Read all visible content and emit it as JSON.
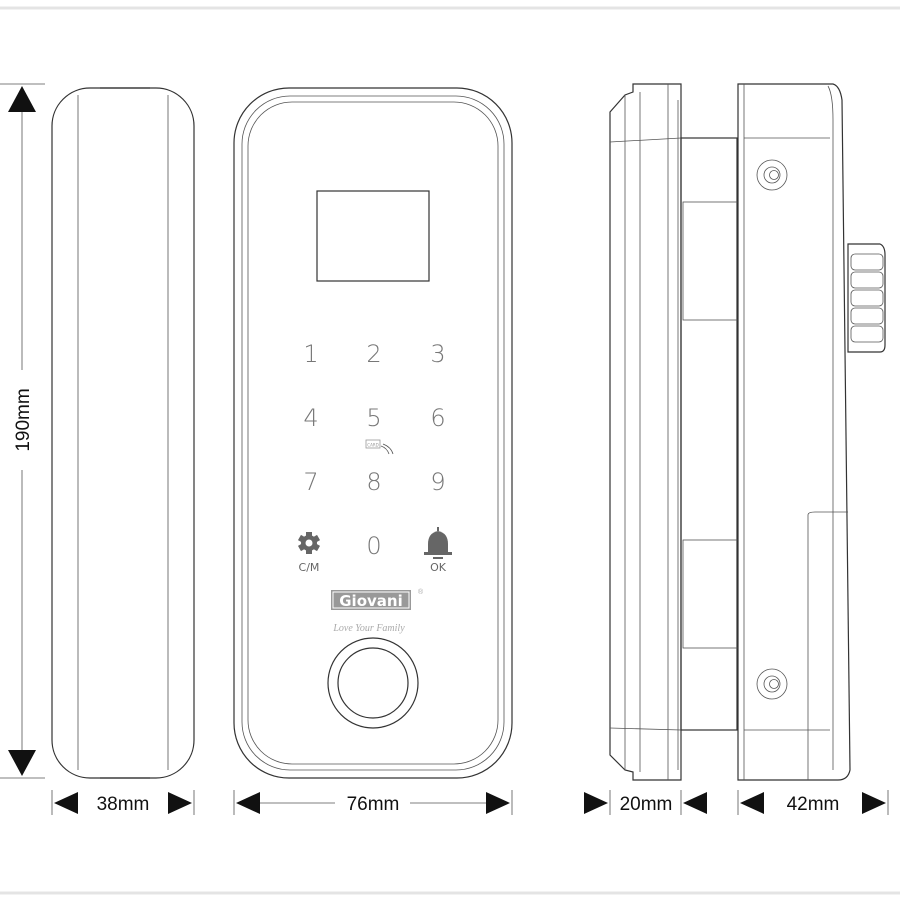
{
  "dimensions": {
    "height": "190mm",
    "side_width": "38mm",
    "front_width": "76mm",
    "inner_depth": "20mm",
    "outer_depth": "42mm"
  },
  "keypad": {
    "keys": [
      "1",
      "2",
      "3",
      "4",
      "5",
      "6",
      "7",
      "8",
      "9",
      "0"
    ],
    "settings_label": "C/M",
    "ok_label": "OK",
    "card_label": "CARD"
  },
  "brand": {
    "name": "Giovani",
    "tagline": "Love Your Family"
  },
  "colors": {
    "line": "#333333",
    "key_text": "#777777",
    "icon": "#666666"
  }
}
